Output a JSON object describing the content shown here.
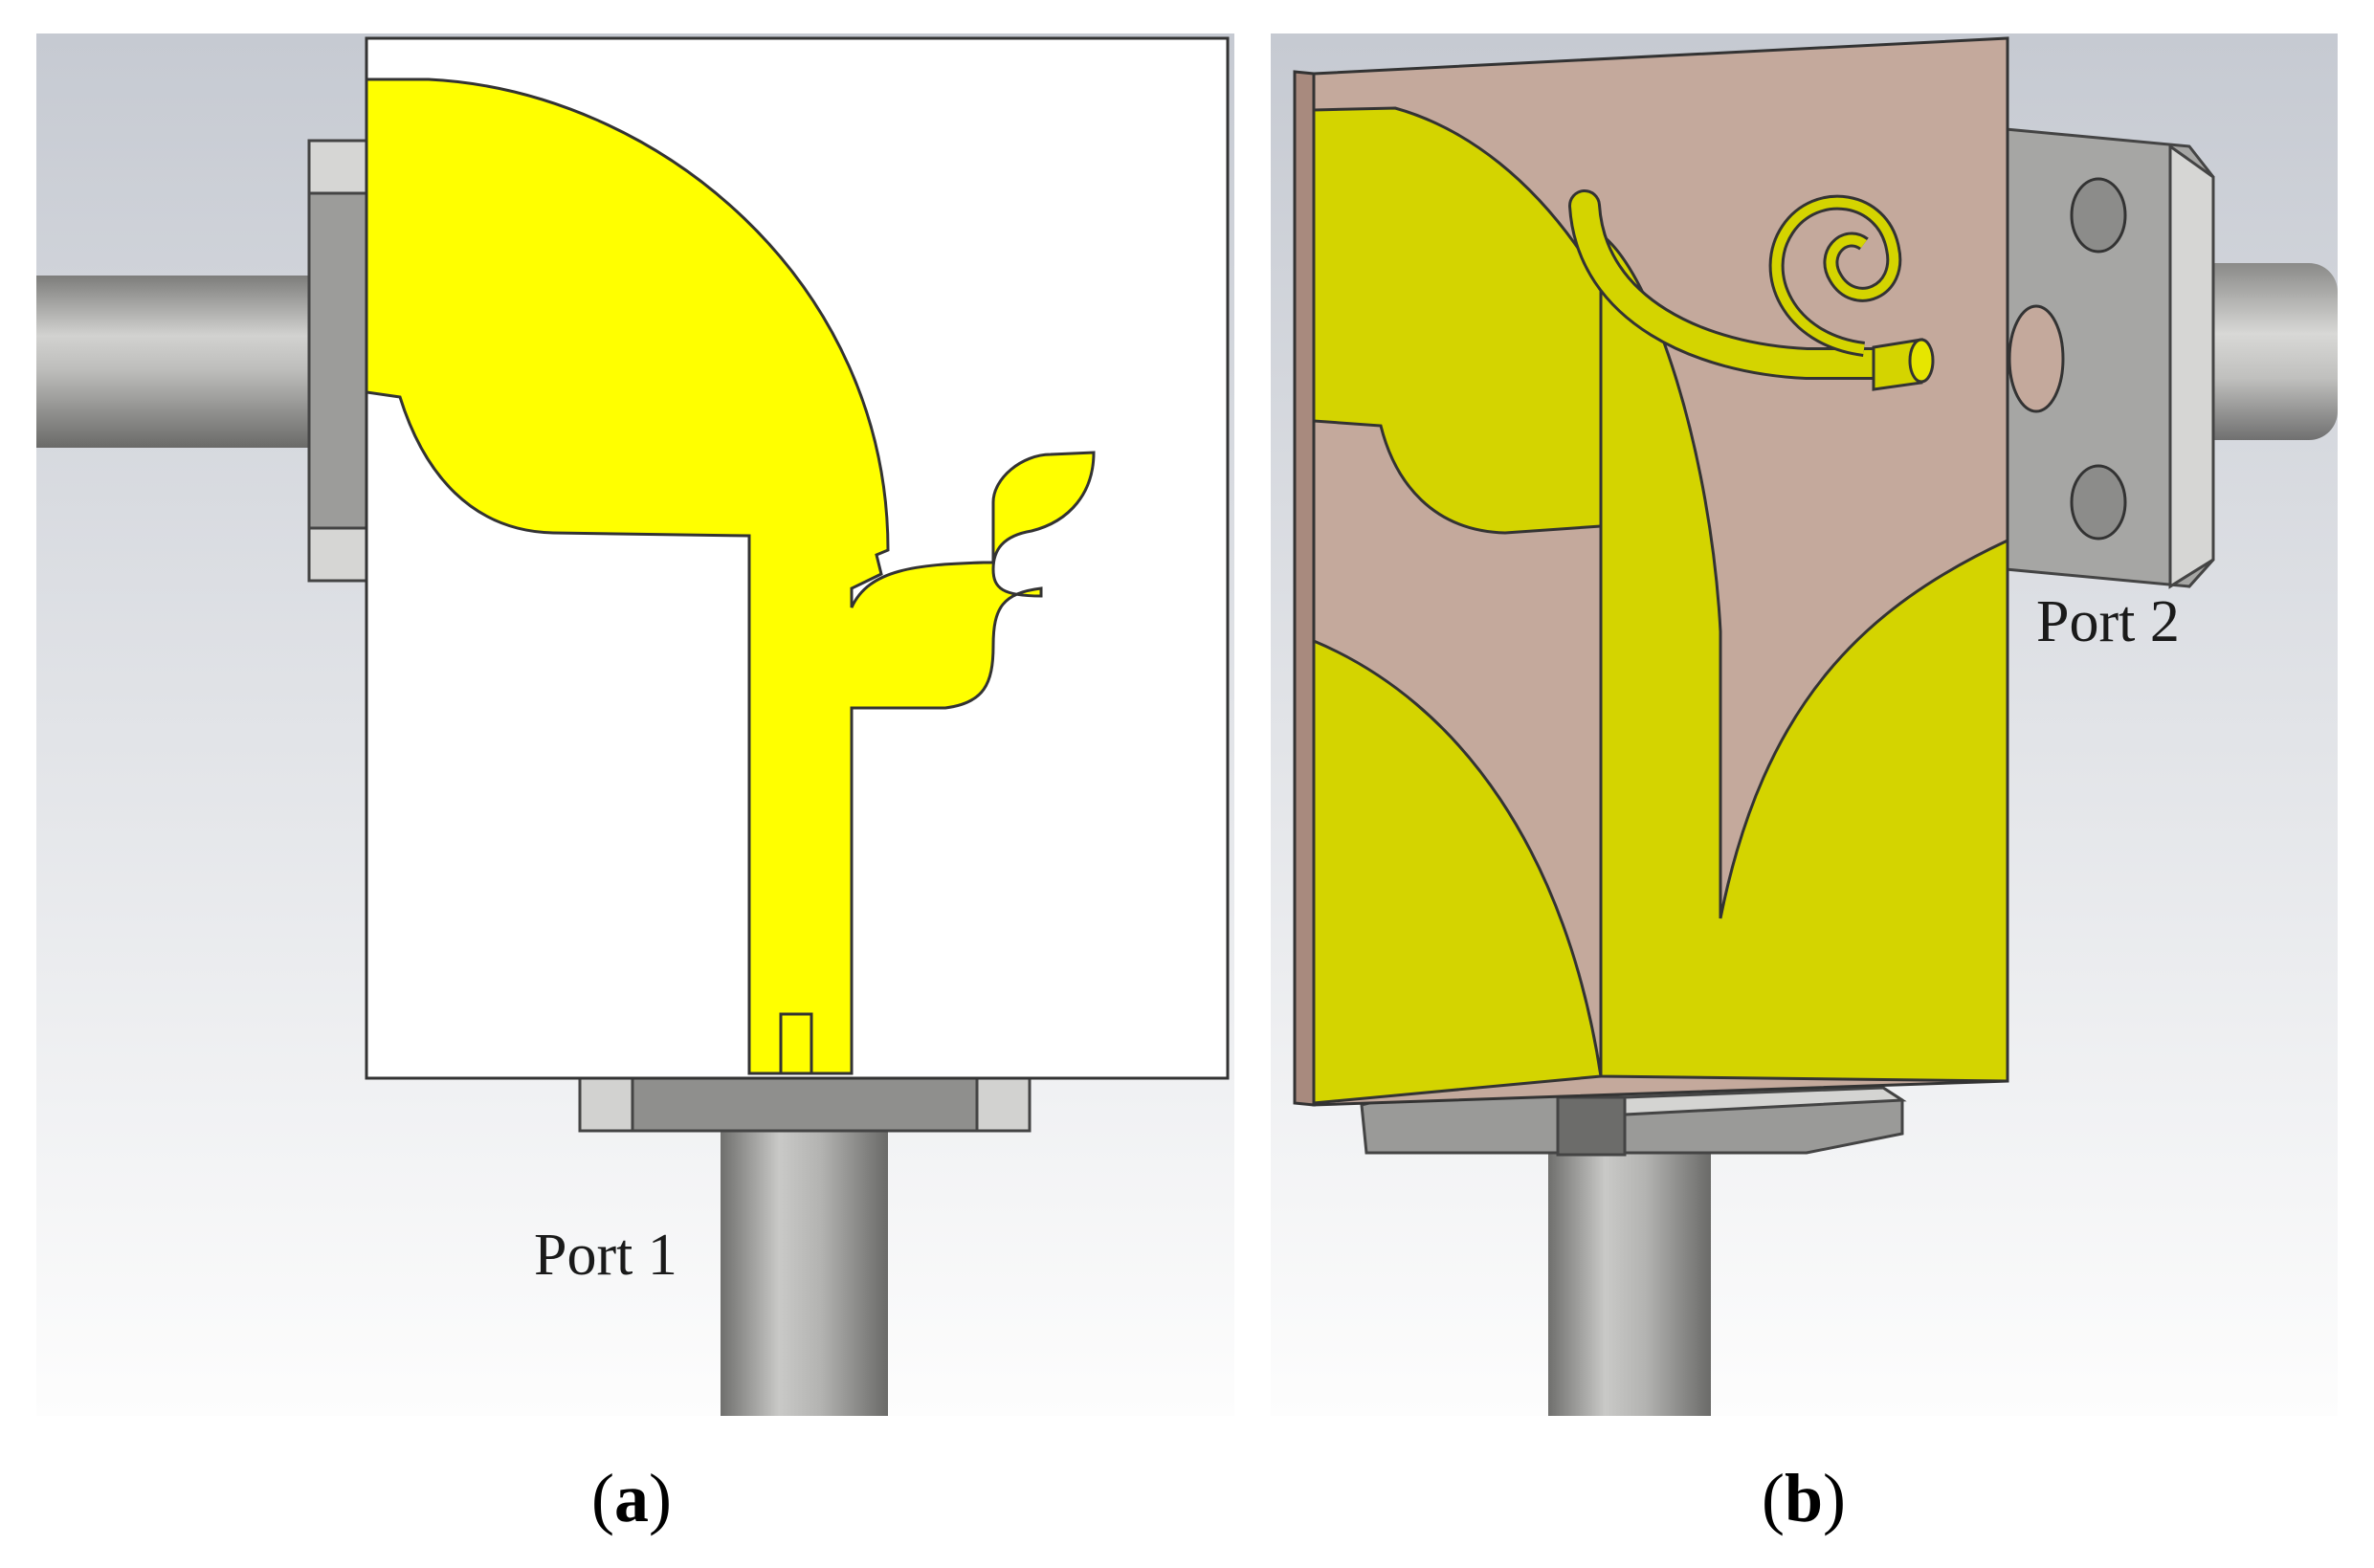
{
  "figure": {
    "panel_a": {
      "caption_letter": "a",
      "port_label": "Port 1"
    },
    "panel_b": {
      "caption_letter": "b",
      "port_label": "Port 2"
    }
  },
  "colors": {
    "patch_yellow": "#ffff00",
    "patch_olive_yellow": "#d4d400",
    "substrate_white": "#ffffff",
    "substrate_pink": "#c4a99c",
    "connector_gray": "#9a9a98",
    "background_gradient_top": "#c8ccd4",
    "background_gradient_bottom": "#ffffff"
  }
}
